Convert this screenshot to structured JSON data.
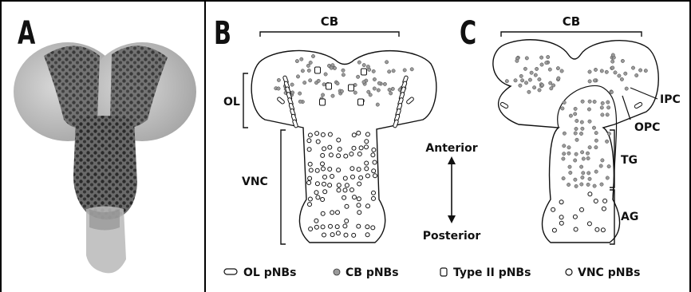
{
  "panels": {
    "a": {
      "letter": "A"
    },
    "b": {
      "letter": "B"
    },
    "c": {
      "letter": "C"
    }
  },
  "diagram_b": {
    "cb_label": "CB",
    "ol_label": "OL",
    "vnc_label": "VNC"
  },
  "diagram_c": {
    "cb_label": "CB",
    "ipc_label": "IPC",
    "opc_label": "OPC",
    "tg_label": "TG",
    "ag_label": "AG"
  },
  "axis": {
    "anterior_label": "Anterior",
    "posterior_label": "Posterior"
  },
  "legend": {
    "ol": "OL pNBs",
    "cb": "CB pNBs",
    "type2": "Type II pNBs",
    "vnc": "VNC pNBs"
  },
  "colors": {
    "cb_dot_fill": "#9a9a9a",
    "outline": "#111111"
  }
}
